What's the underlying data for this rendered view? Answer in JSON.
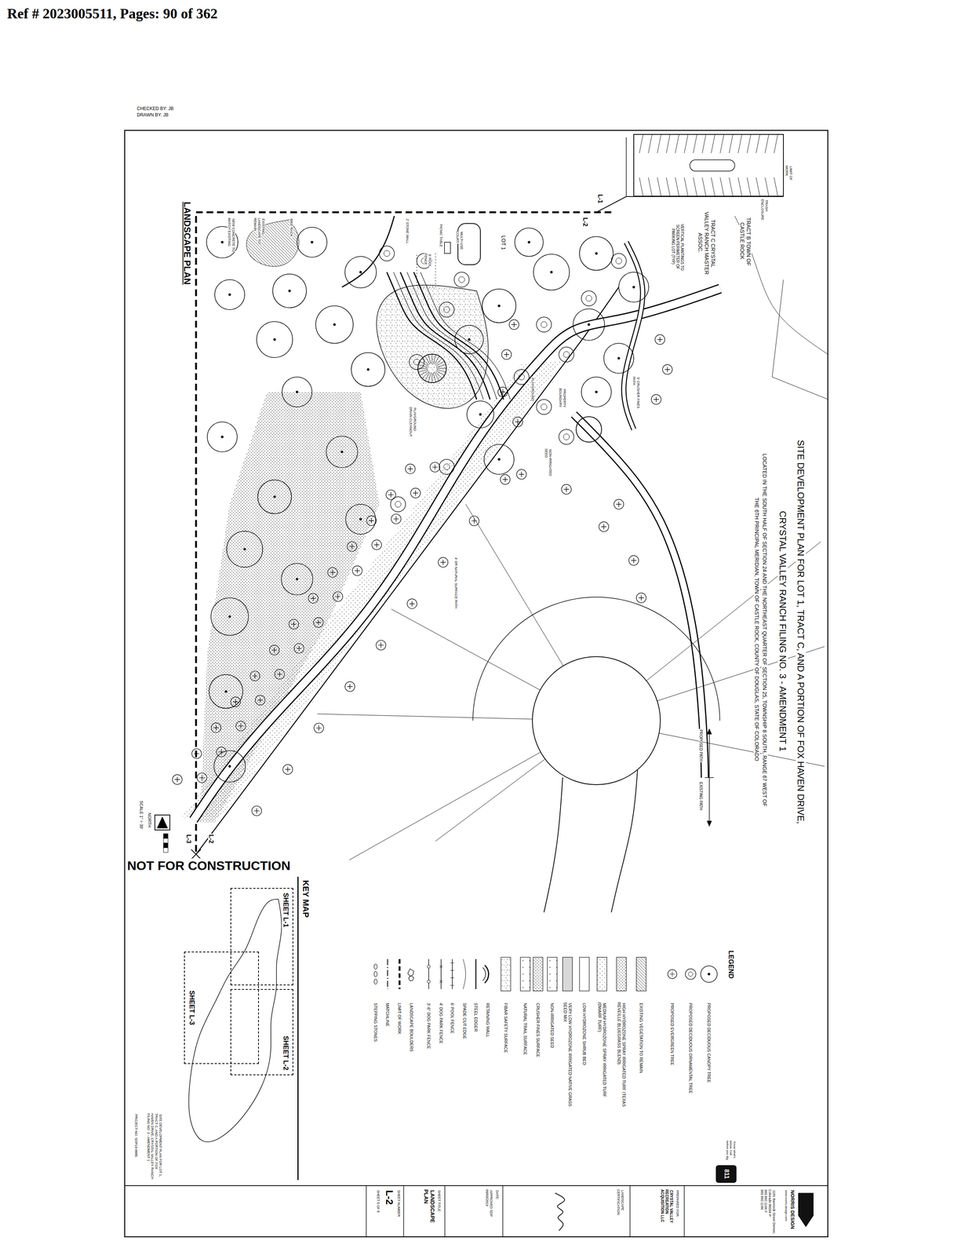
{
  "diagram": {
    "title": "SITE DEVELOPMENT PLAN FOR LOT 1, TRACT C, AND A PORTION OF FOX HAVEN DRIVE, CRYSTAL VALLEY RANCH FILING NO. 3 - AMENDMENT 1",
    "nodes": [
      {
        "text": [
          "KEY MAP"
        ]
      },
      {
        "text": [
          "SHEET L-1"
        ],
        "in": 0
      },
      {
        "text": [
          "SHEET L-2"
        ],
        "in": 0
      },
      {
        "text": [
          "SHEET L-3"
        ],
        "in": 0
      }
    ],
    "labels": [
      "Ref # 2023005511, Pages: 90 of 362",
      "CHECKED BY: JB",
      "DRAWN BY: JB",
      "LOCATED IN THE SOUTH HALF OF SECTION 24 AND THE NORTHEAST QUARTER OF SECTION 25, TOWNSHIP 8 SOUTH, RANGE 67 WEST OF THE 6TH PRINCIPAL MERIDIAN, TOWN OF CASTLE ROCK, COUNTY OF DOUGLAS, STATE OF COLORADO",
      "TRACT B TOWN OF CASTLE ROCK",
      "TRACT C CRYSTAL VALLEY RANCH MASTER ASSOC.",
      "VERTICAL PLANTINGS TO SCREEN PERIMETER OF PARKING LOT (TYP)",
      "TRASH ENCLOSURE",
      "LIMIT OF WORK",
      "LOT 1",
      "PROPOSED PATH",
      "EXISTING PATH",
      "5' CRUSHER FINES PATH",
      "PROPERTY BOUNDARY",
      "NON-IRRIGATED SEED",
      "PLAYGROUND",
      "PLAYGROUND DRAIN CLEANOUT",
      "4' DR NATURAL SURFACE PATH",
      "MULTI-USE COURT",
      "PICNIC TABLE",
      "6' POOL FENCE",
      "2' STONE WALL",
      "BIKE RACK",
      "EXISTING LANDSCAPE TO REMAIN",
      "NEW CONCRETE TO MATCH EXISTING",
      "L-1",
      "L-2",
      "L-2",
      "L-3",
      "LANDSCAPE PLAN",
      "NORTH",
      "SCALE 1\" = 30'",
      "LEGEND",
      "811",
      "Know what's below. Call before you dig.",
      "NORRIS DESIGN",
      "www.norris-design.com",
      "1101 Bannock Street Denver, Colorado 80204 P 303.892.1166 F 303.892.1186",
      "PREPARED FOR:",
      "CRYSTAL VALLEY RECREATION ACQUISITION LLC",
      "LANDSCAPE CERTIFICATION",
      "DATE:",
      "APPROVED SDP 09/03/2019",
      "SHEET TITLE:",
      "LANDSCAPE PLAN",
      "SHEET NUMBER",
      "L-2",
      "SHEET 5 OF 8",
      "NOT FOR CONSTRUCTION",
      "SITE DEVELOPMENT PLAN FOR LOT 1, TRACT C, AND A PORTION OF FOX HAVEN DRIVE, CRYSTAL VALLEY RANCH FILING NO. 3 - AMENDMENT 1",
      "PROJECT NO. SDP19-0005"
    ],
    "legend": [
      {
        "text": "PROPOSED DECIDUOUS CANOPY TREE"
      },
      {
        "text": "PROPOSED DECIDUOUS ORNAMENTAL TREE"
      },
      {
        "text": "PROPOSED EVERGREEN TREE"
      },
      {
        "text": "EXISTING VEGETATION TO REMAIN"
      },
      {
        "text": "HIGH HYDROZONE SPRAY IRRIGATED TURF (TEXAS REVEILLE BLUEGRASS BLEND)"
      },
      {
        "text": "MEDIUM HYDROZONE SPRAY IRRIGATED TURF (DWARF TURF)"
      },
      {
        "text": "LOW HYDROZONE SHRUB BED"
      },
      {
        "text": "VERY LOW HYDROZONE IRRIGATED NATIVE GRASS SEED MIX"
      },
      {
        "text": "NON-IRRIGATED SEED"
      },
      {
        "text": "CRUSHER FINES SURFACE"
      },
      {
        "text": "NATURAL TRAIL SURFACE"
      },
      {
        "text": "FIBAR SAFETY SURFACE"
      },
      {
        "text": "RETAINING WALL"
      },
      {
        "text": "STEEL EDGER"
      },
      {
        "text": "SPADE CUT EDGE"
      },
      {
        "text": "6' POOL FENCE"
      },
      {
        "text": "4' DOG PARK FENCE"
      },
      {
        "text": "3'-6\" DOG PARK FENCE"
      },
      {
        "text": "LANDSCAPE BOULDERS"
      },
      {
        "text": "LIMIT OF WORK"
      },
      {
        "text": "MATCHLINE"
      },
      {
        "text": "STEPPING STONES"
      }
    ]
  }
}
